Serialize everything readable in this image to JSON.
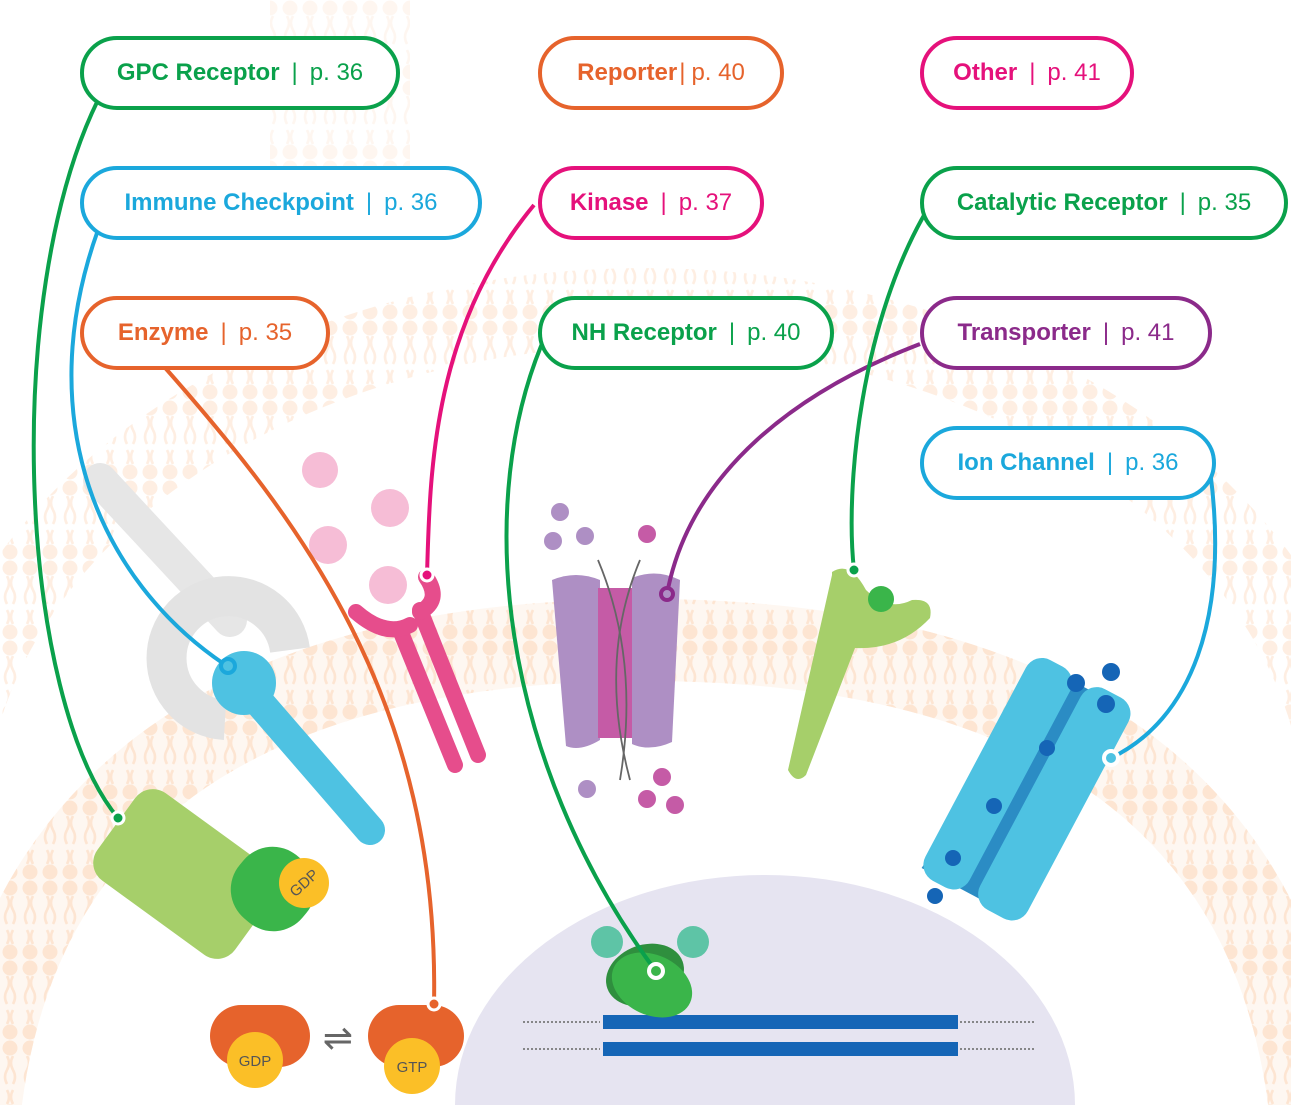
{
  "colors": {
    "green": "#0aa14b",
    "blue": "#1ba8dc",
    "orange": "#e6632c",
    "magenta": "#e5117b",
    "purple": "#8b2a8a",
    "membrane": "#fde8d8",
    "nucleus": "#e6e4f1",
    "dna": "#1565b6"
  },
  "separator": "|",
  "labels": {
    "gpc_receptor": {
      "name": "GPC Receptor",
      "page": "p. 36"
    },
    "reporter": {
      "name": "Reporter",
      "page": "p. 40"
    },
    "other": {
      "name": "Other",
      "page": "p. 41"
    },
    "immune_checkpoint": {
      "name": "Immune Checkpoint",
      "page": "p. 36"
    },
    "kinase": {
      "name": "Kinase",
      "page": "p. 37"
    },
    "catalytic_receptor": {
      "name": "Catalytic Receptor",
      "page": "p. 35"
    },
    "enzyme": {
      "name": "Enzyme",
      "page": "p. 35"
    },
    "nh_receptor": {
      "name": "NH Receptor",
      "page": "p. 40"
    },
    "transporter": {
      "name": "Transporter",
      "page": "p. 41"
    },
    "ion_channel": {
      "name": "Ion Channel",
      "page": "p. 36"
    }
  },
  "molecules": {
    "gdp_on_g_protein": "GDP",
    "gdp": "GDP",
    "gtp": "GTP",
    "equilibrium_symbol": "⇌"
  }
}
